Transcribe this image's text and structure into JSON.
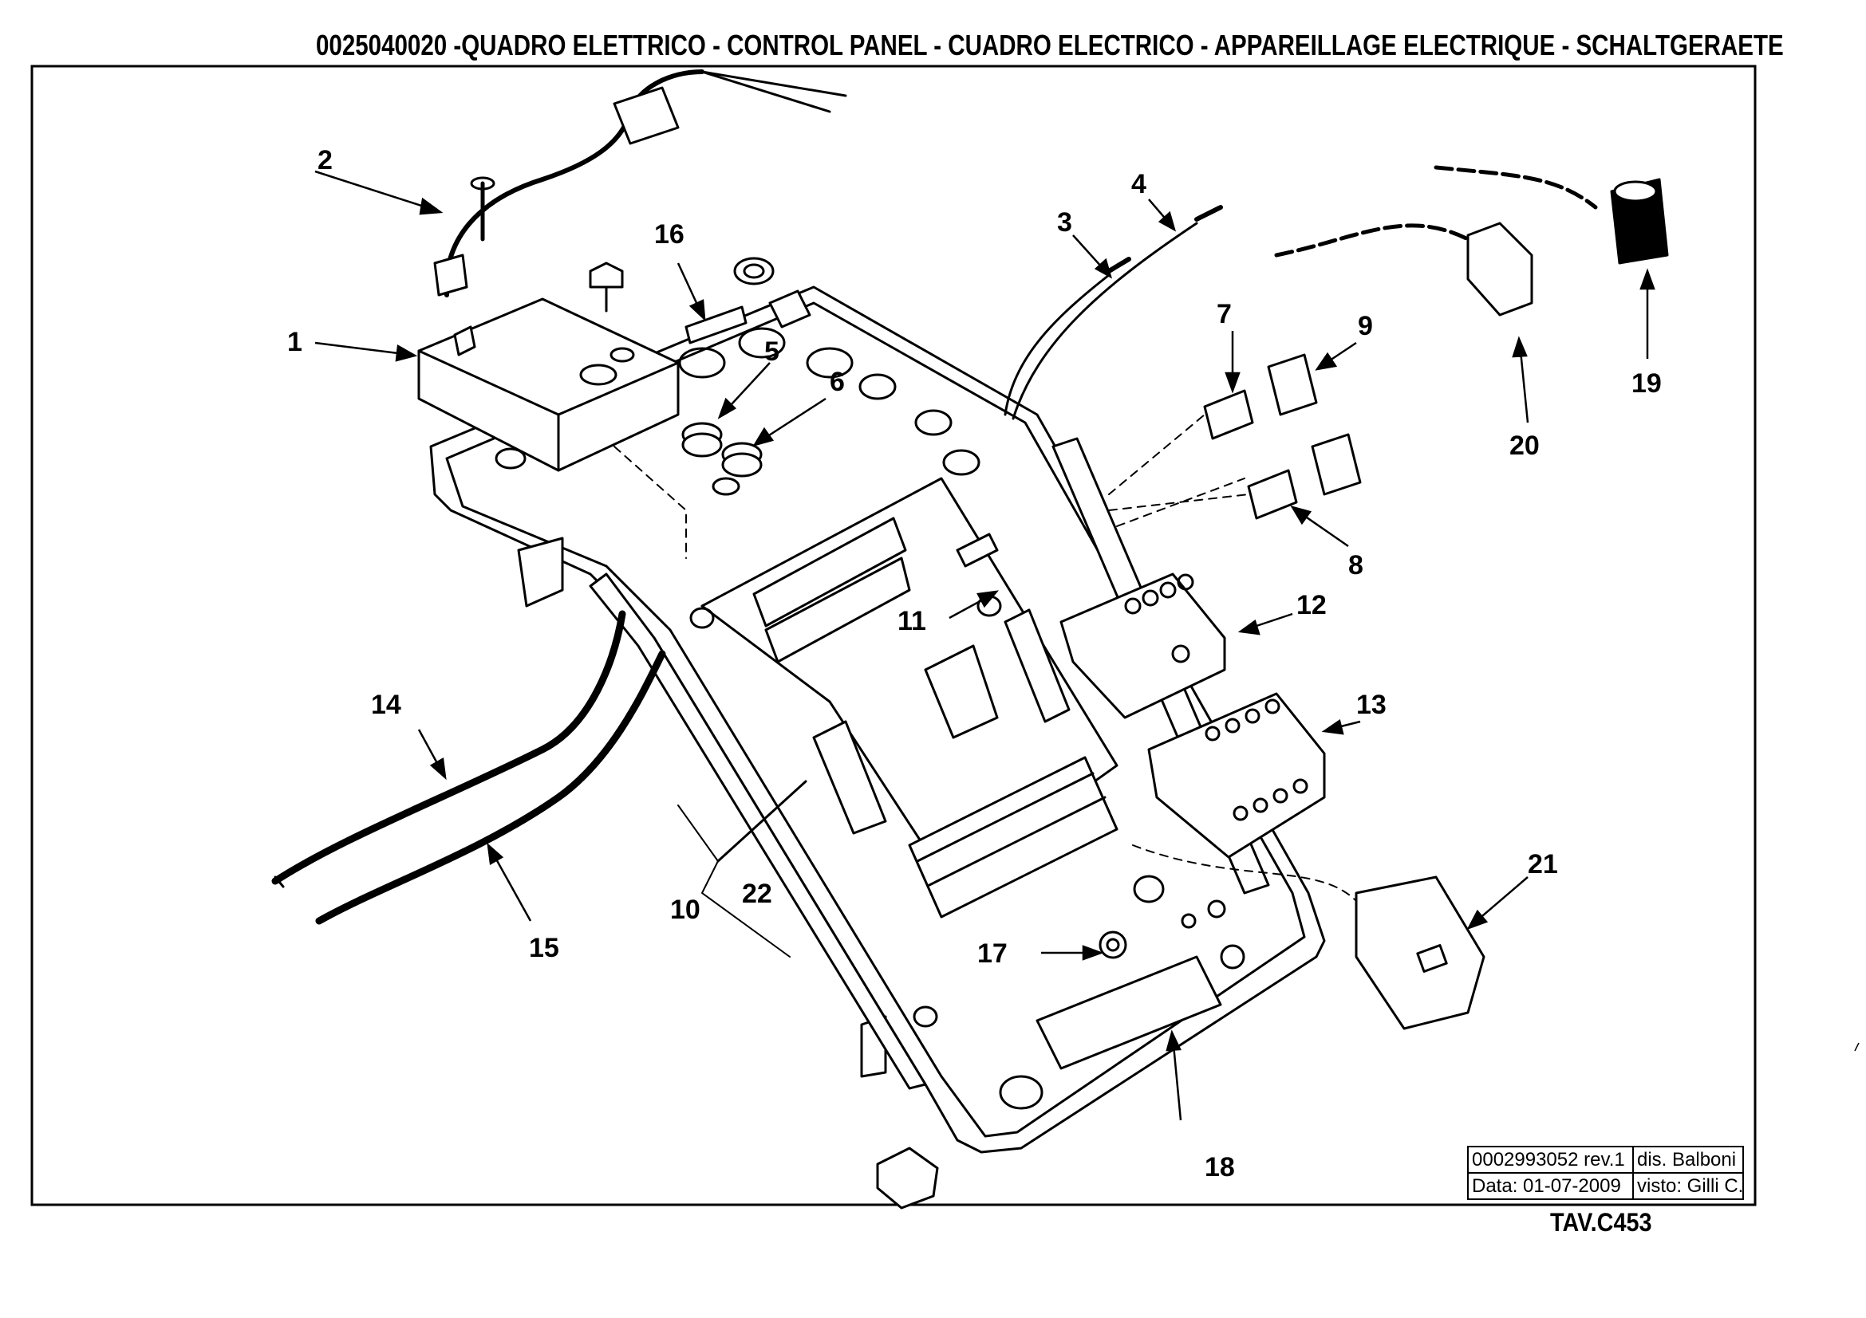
{
  "title": "0025040020 -QUADRO ELETTRICO - CONTROL PANEL - CUADRO ELECTRICO - APPAREILLAGE ELECTRIQUE - SCHALTGERAETE",
  "callouts": [
    {
      "id": "c1",
      "label": "1"
    },
    {
      "id": "c2",
      "label": "2"
    },
    {
      "id": "c3",
      "label": "3"
    },
    {
      "id": "c4",
      "label": "4"
    },
    {
      "id": "c5",
      "label": "5"
    },
    {
      "id": "c6",
      "label": "6"
    },
    {
      "id": "c7",
      "label": "7"
    },
    {
      "id": "c8",
      "label": "8"
    },
    {
      "id": "c9",
      "label": "9"
    },
    {
      "id": "c10",
      "label": "10"
    },
    {
      "id": "c11",
      "label": "11"
    },
    {
      "id": "c12",
      "label": "12"
    },
    {
      "id": "c13",
      "label": "13"
    },
    {
      "id": "c14",
      "label": "14"
    },
    {
      "id": "c15",
      "label": "15"
    },
    {
      "id": "c16",
      "label": "16"
    },
    {
      "id": "c17",
      "label": "17"
    },
    {
      "id": "c18",
      "label": "18"
    },
    {
      "id": "c19",
      "label": "19"
    },
    {
      "id": "c20",
      "label": "20"
    },
    {
      "id": "c21",
      "label": "21"
    },
    {
      "id": "c22",
      "label": "22"
    }
  ],
  "title_block": {
    "drawing_number": "0002993052 rev.1",
    "drawn_by": "dis. Balboni",
    "date": "Data: 01-07-2009",
    "checked_by": "visto: Gilli C."
  },
  "table_ref": "TAV.C453"
}
